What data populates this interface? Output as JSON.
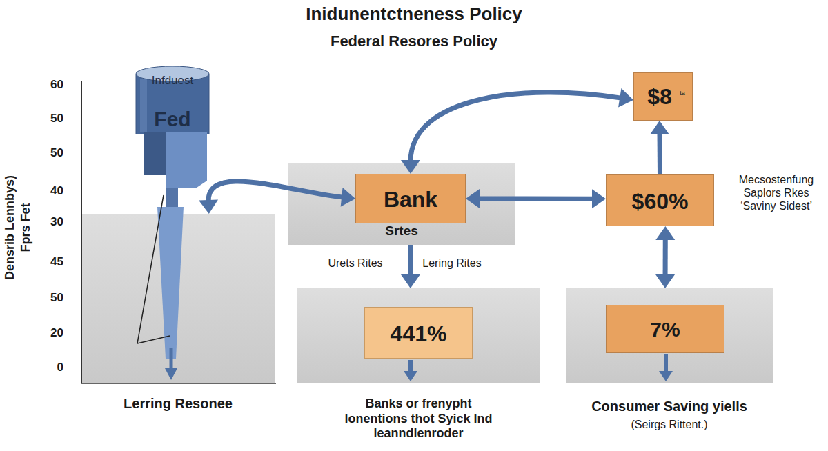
{
  "diagram": {
    "title": "Inidunentctneness Policy",
    "nodes": [
      {
        "text": [
          "Infduest",
          "Fed"
        ]
      },
      {
        "text": [
          "Lerring Resonee"
        ]
      },
      {
        "text": [
          "Srtes"
        ]
      },
      {
        "text": [
          "Bank"
        ],
        "in": 2
      },
      {
        "text": [
          "$8",
          "ta"
        ]
      },
      {
        "text": [
          "$60%"
        ]
      },
      {
        "text": [
          "Banks or frenypht lonentions thot Syick Ind leanndienroder"
        ]
      },
      {
        "text": [
          "441%"
        ],
        "in": 6
      },
      {
        "text": [
          "Consumer Saving yiells",
          "(Seirgs Rittent.)"
        ]
      },
      {
        "text": [
          "7%"
        ],
        "in": 8
      }
    ],
    "edges": [
      {
        "from": 1,
        "to": 3,
        "arrow": "both"
      },
      {
        "from": 3,
        "to": 4,
        "arrow": "both"
      },
      {
        "from": 3,
        "to": 5,
        "arrow": "both"
      },
      {
        "from": 5,
        "to": 4,
        "arrow": "to"
      },
      {
        "from": 5,
        "to": 8,
        "arrow": "both"
      },
      {
        "from": 2,
        "to": 6,
        "arrow": "to"
      }
    ],
    "labels": [
      "Federal Resores Policy",
      "60",
      "50",
      "50",
      "40",
      "30",
      "45",
      "50",
      "20",
      "0",
      "Densrib Lennbys)",
      "Fprs Fet",
      "Urets Rites",
      "Lering Rites",
      "Mecsostenfung Saplors Rkes ‘Saviny Sidest’"
    ]
  }
}
